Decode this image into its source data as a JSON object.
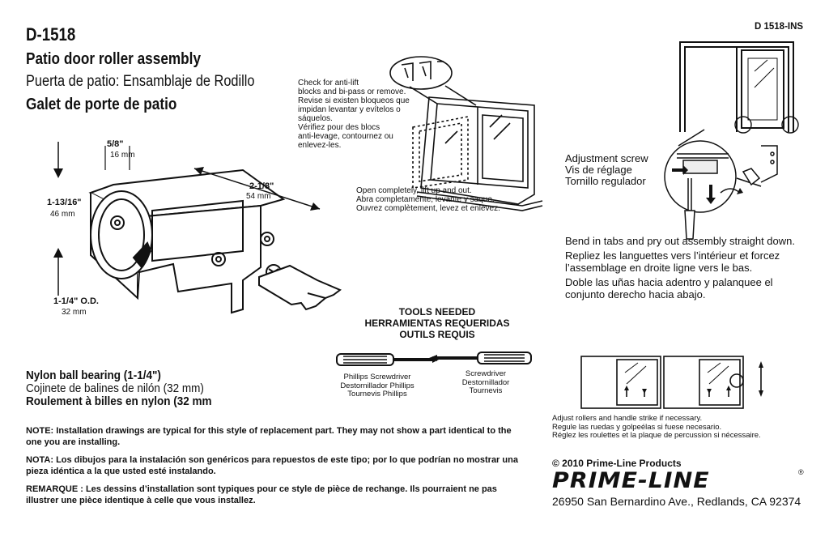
{
  "header": {
    "part_number": "D-1518",
    "doc_code": "D 1518-INS",
    "title_en": "Patio door roller assembly",
    "title_es": "Puerta de patio: Ensamblaje de Rodillo",
    "title_fr": "Galet de porte de patio"
  },
  "dimensions": {
    "width_in": "5/8\"",
    "width_mm": "16 mm",
    "length_in": "2-1/8\"",
    "length_mm": "54 mm",
    "height_in": "1-13/16\"",
    "height_mm": "46 mm",
    "wheel_in": "1-1/4\" O.D.",
    "wheel_mm": "32 mm"
  },
  "bearing": {
    "en": "Nylon ball bearing (1-1/4\")",
    "es": "Cojinete de balines de nilón (32 mm)",
    "fr": "Roulement à billes en nylon (32 mm"
  },
  "antilift": {
    "en1": "Check for anti-lift",
    "en2": "blocks and bi-pass or remove.",
    "es1": "Revise si existen bloqueos que",
    "es2": "impidan levantar y evítelos o",
    "es3": "sáquelos.",
    "fr1": "Vérifiez pour des blocs",
    "fr2": "anti-levage, contournez ou",
    "fr3": "enlevez-les."
  },
  "open_step": {
    "en": "Open completely, lift up and out.",
    "es": "Abra completamente, levante y saque.",
    "fr": "Ouvrez complètement, levez et enlevez."
  },
  "adjustment": {
    "en": "Adjustment screw",
    "fr": "Vis de réglage",
    "es": "Tornillo regulador"
  },
  "bend_step": {
    "en": "Bend in tabs and pry out assembly straight down.",
    "fr1": "Repliez les languettes vers l’intérieur et forcez",
    "fr2": "l’assemblage en droite ligne vers le bas.",
    "es1": "Doble las uñas hacia adentro y palanquee el",
    "es2": "conjunto derecho hacia abajo."
  },
  "tools": {
    "heading_en": "TOOLS NEEDED",
    "heading_es": "HERRAMIENTAS REQUERIDAS",
    "heading_fr": "OUTILS REQUIS",
    "phillips_en": "Phillips Screwdriver",
    "phillips_es": "Destornillador Phillips",
    "phillips_fr": "Tournevis Phillips",
    "flat_en": "Screwdriver",
    "flat_es": "Destornillador",
    "flat_fr": "Tournevis"
  },
  "adjust_rollers": {
    "en": "Adjust rollers and handle strike if necessary.",
    "es": "Regule las ruedas y golpeélas si fuese necesario.",
    "fr": "Réglez les roulettes et la plaque de percussion si nécessaire."
  },
  "notes": {
    "en1": "NOTE: Installation drawings are typical for this style of replacement part. They may not show a part identical to the",
    "en2": "one you are installing.",
    "es1": "NOTA: Los dibujos para la instalación son genéricos para repuestos de este tipo; por lo que podrían no mostrar una",
    "es2": "pieza idéntica a la que usted esté instalando.",
    "fr1": "REMARQUE : Les dessins d’installation sont typiques pour ce style de pièce de rechange.  Ils pourraient ne pas",
    "fr2": "illustrer une pièce identique à celle que vous installez."
  },
  "footer": {
    "copyright": "© 2010 Prime-Line Products",
    "brand": "PRIME-LINE",
    "registered": "®",
    "address": "26950 San Bernardino Ave., Redlands, CA 92374"
  }
}
